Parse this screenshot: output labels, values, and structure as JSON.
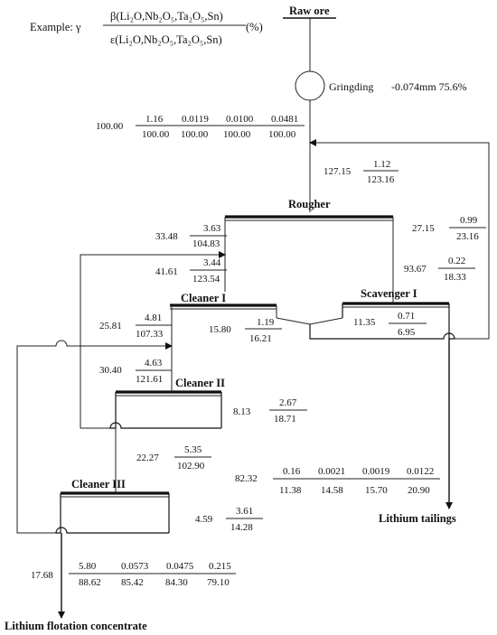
{
  "example": {
    "prefix": "Example: γ",
    "numerator": "β(Li₂O,Nb₂O₅,Ta₂O₅,Sn)",
    "denominator": "ε(Li₂O,Nb₂O₅,Ta₂O₅,Sn)",
    "unit": "(%)"
  },
  "labels": {
    "raw_ore": "Raw ore",
    "grinding": "Gringding",
    "grinding_spec": "-0.074mm 75.6%",
    "rougher": "Rougher",
    "cleaner1": "Cleaner I",
    "cleaner2": "Cleaner II",
    "cleaner3": "Cleaner III",
    "scavenger1": "Scavenger I",
    "tailings": "Lithium tailings",
    "concentrate": "Lithium flotation concentrate"
  },
  "streams": {
    "feed": {
      "yield": "100.00",
      "grades": [
        "1.16",
        "0.0119",
        "0.0100",
        "0.0481"
      ],
      "recoveries": [
        "100.00",
        "100.00",
        "100.00",
        "100.00"
      ]
    },
    "rougher_feed": {
      "yield": "127.15",
      "grade": "1.12",
      "recovery": "123.16"
    },
    "rougher_conc": {
      "yield": "33.48",
      "grade": "3.63",
      "recovery": "104.83"
    },
    "cleaner1_feed": {
      "yield": "41.61",
      "grade": "3.44",
      "recovery": "123.54"
    },
    "cleaner1_conc": {
      "yield": "25.81",
      "grade": "4.81",
      "recovery": "107.33"
    },
    "cleaner1_tail": {
      "yield": "15.80",
      "grade": "1.19",
      "recovery": "16.21"
    },
    "cleaner2_feed": {
      "yield": "30.40",
      "grade": "4.63",
      "recovery": "121.61"
    },
    "cleaner2_tail": {
      "yield": "8.13",
      "grade": "2.67",
      "recovery": "18.71"
    },
    "cleaner2_conc": {
      "yield": "22.27",
      "grade": "5.35",
      "recovery": "102.90"
    },
    "cleaner3_tail": {
      "yield": "4.59",
      "grade": "3.61",
      "recovery": "14.28"
    },
    "scav_recycle": {
      "yield": "27.15",
      "grade": "0.99",
      "recovery": "23.16"
    },
    "scav_feed": {
      "yield": "93.67",
      "grade": "0.22",
      "recovery": "18.33"
    },
    "scav_conc": {
      "yield": "11.35",
      "grade": "0.71",
      "recovery": "6.95"
    },
    "tailings": {
      "yield": "82.32",
      "grades": [
        "0.16",
        "0.0021",
        "0.0019",
        "0.0122"
      ],
      "recoveries": [
        "11.38",
        "14.58",
        "15.70",
        "20.90"
      ]
    },
    "concentrate": {
      "yield": "17.68",
      "grades": [
        "5.80",
        "0.0573",
        "0.0475",
        "0.215"
      ],
      "recoveries": [
        "88.62",
        "85.42",
        "84.30",
        "79.10"
      ]
    }
  }
}
